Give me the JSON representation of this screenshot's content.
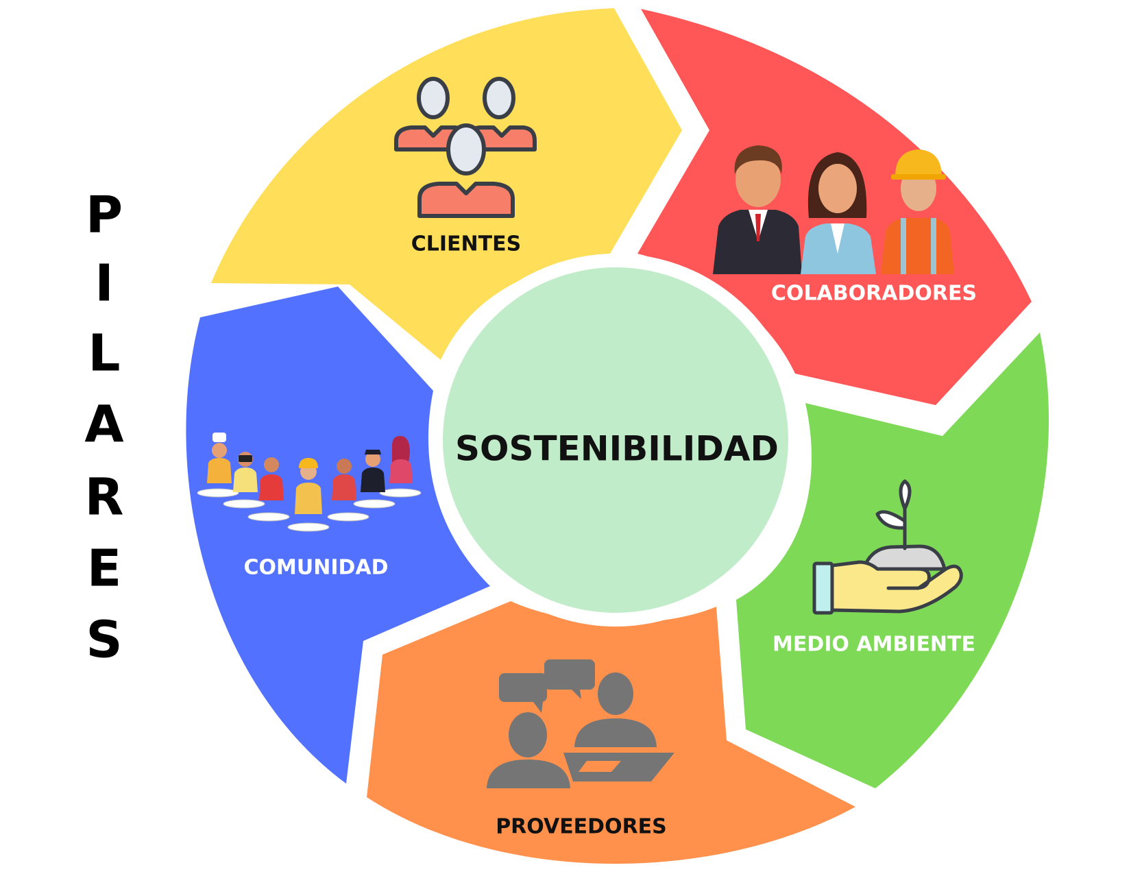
{
  "side_title": {
    "letters": [
      "P",
      "I",
      "L",
      "A",
      "R",
      "E",
      "S"
    ],
    "color": "#000000"
  },
  "center": {
    "label": "SOSTENIBILIDAD",
    "fill": "#c1ecc9",
    "text_color": "#111111"
  },
  "segments": [
    {
      "key": "clientes",
      "label": "CLIENTES",
      "fill": "#ffde59",
      "text_color": "#111111",
      "icon": "customers-group-icon"
    },
    {
      "key": "colaboradores",
      "label": "COLABORADORES",
      "fill": "#ff5757",
      "text_color": "#ffffff",
      "icon": "employees-icon"
    },
    {
      "key": "medio_ambiente",
      "label": "MEDIO AMBIENTE",
      "fill": "#7ed957",
      "text_color": "#ffffff",
      "icon": "hand-plant-icon"
    },
    {
      "key": "proveedores",
      "label": "PROVEEDORES",
      "fill": "#ff914d",
      "text_color": "#111111",
      "icon": "meeting-chat-icon"
    },
    {
      "key": "comunidad",
      "label": "COMUNIDAD",
      "fill": "#5271ff",
      "text_color": "#ffffff",
      "icon": "community-people-icon"
    }
  ]
}
